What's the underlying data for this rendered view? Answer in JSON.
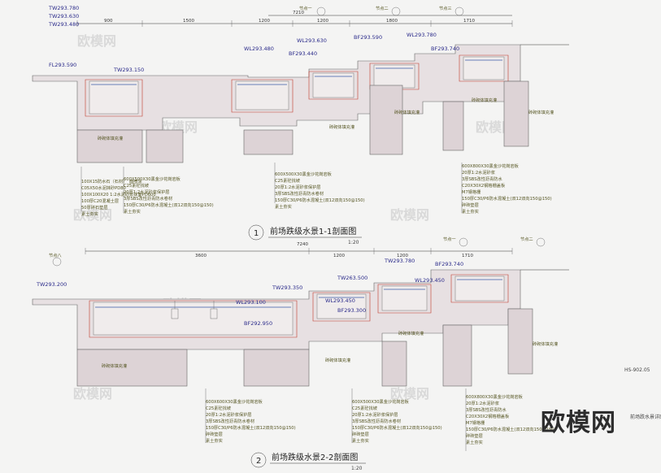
{
  "watermark": "欧模网",
  "drawing_code": "HS-902.05",
  "side_note": "前场跌水景详图五",
  "section1": {
    "title_num": "1",
    "title": "前场跌级水景1-1剖面图",
    "scale": "1:20",
    "total_dim": "7210",
    "dims": [
      "900",
      "1500",
      "1200",
      "1200",
      "1800",
      "1710"
    ],
    "nodes": [
      "节点一",
      "节点二",
      "节点三"
    ],
    "levels": [
      "TW293.780",
      "TW293.630",
      "TW293.480",
      "FL293.590",
      "TW293.150",
      "WL293.480",
      "WL293.630",
      "BF293.590",
      "BF293.440",
      "WL293.780",
      "BF293.740"
    ],
    "fill_label": "砖砌体填充灌",
    "notes_a": [
      "100X15防水石（石材）　面喷涂",
      "C05X50水泥抹砂PD80",
      "100X100X20 1:2水泥砂浆抹面PD600",
      "100厚C20混凝土层",
      "50厚碎石垫层",
      "素土夯实"
    ],
    "notes_b": [
      "600X500X30黑金沙花岗岩板",
      "C25素砼找坡",
      "20厚1:2水泥砂浆保护层",
      "3厚SBS改性沥青防水卷材",
      "150厚C30/P6防水混凝土(双12双向150@150)",
      "素土夯实"
    ],
    "notes_c": [
      "600X500X30黑金沙花岗岩板",
      "C25素砼找坡",
      "20厚1:2水泥砂浆保护层",
      "3厚SBS改性沥青防水卷材",
      "150厚C30/P6防水混凝土(双12双向150@150)",
      "素土夯实"
    ],
    "notes_d": [
      "600X800X30黑金沙花岗岩板",
      "20厚1:2水泥砂浆",
      "3厚SBS改性沥青防水",
      "C20X30X2钢格栅盖板",
      "M7钢格栅",
      "150厚C30/P6防水混凝土(双12双向150@150)",
      "碎砖垫层",
      "素土夯实"
    ]
  },
  "section2": {
    "title_num": "2",
    "title": "前场跌级水景2-2剖面图",
    "scale": "1:20",
    "total_dim": "7240",
    "dims": [
      "3600",
      "1200",
      "1200",
      "1710"
    ],
    "nodes": [
      "节点八",
      "节点一",
      "节点二"
    ],
    "levels": [
      "TW293.200",
      "TW293.350",
      "WL293.100",
      "BF292.950",
      "TW263.500",
      "WL293.450",
      "BF293.300",
      "TW293.780",
      "BF293.740",
      "WL293.450"
    ],
    "fill_label": "砖砌体填充灌",
    "notes_a": [
      "600X600X30黑金沙花岗岩板",
      "C25素砼找坡",
      "20厚1:2水泥砂浆保护层",
      "3厚SBS改性沥青防水卷材",
      "150厚C30/P6防水混凝土(双12双向150@150)",
      "碎砖垫层",
      "素土夯实"
    ],
    "notes_b": [
      "600X500X30黑金沙花岗岩板",
      "C25素砼找坡",
      "20厚1:2水泥砂浆保护层",
      "3厚SBS改性沥青防水卷材",
      "150厚C30/P6防水混凝土(双12双向150@150)",
      "碎砖垫层",
      "素土夯实"
    ],
    "notes_c": [
      "600X800X30黑金沙花岗岩板",
      "20厚1:2水泥砂浆",
      "3厚SBS改性沥青防水",
      "C20X30X2钢格栅盖板",
      "M7钢格栅",
      "150厚C30/P6防水混凝土(双12双向150@150)",
      "碎砖垫层",
      "素土夯实"
    ]
  },
  "logo": "欧模网"
}
